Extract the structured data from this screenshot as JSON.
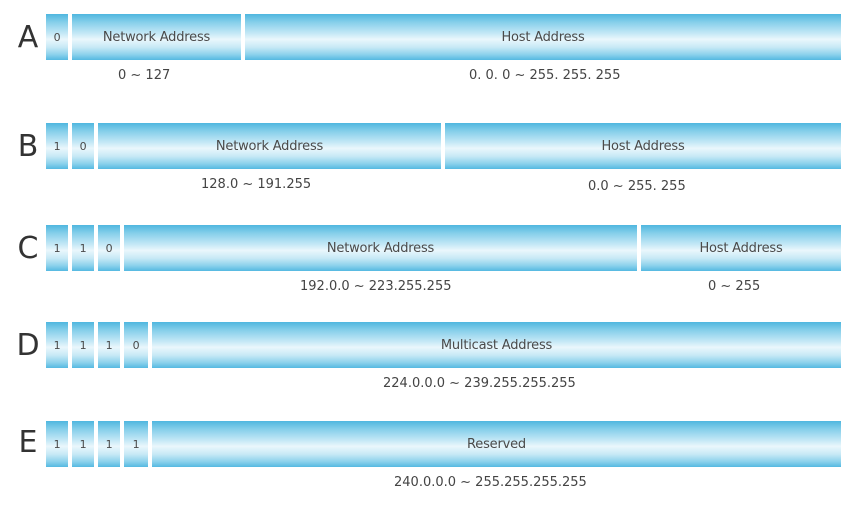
{
  "classes": [
    {
      "letter": "A",
      "bits": [
        "0"
      ],
      "network_label": "Network Address",
      "host_label": "Host Address",
      "network_range": "0 ~ 127",
      "host_range": "0. 0. 0 ~ 255. 255. 255"
    },
    {
      "letter": "B",
      "bits": [
        "1",
        "0"
      ],
      "network_label": "Network Address",
      "host_label": "Host Address",
      "network_range": "128.0 ~ 191.255",
      "host_range": "0.0 ~ 255. 255"
    },
    {
      "letter": "C",
      "bits": [
        "1",
        "1",
        "0"
      ],
      "network_label": "Network Address",
      "host_label": "Host Address",
      "network_range": "192.0.0 ~ 223.255.255",
      "host_range": "0 ~ 255"
    },
    {
      "letter": "D",
      "bits": [
        "1",
        "1",
        "1",
        "0"
      ],
      "address_label": "Multicast Address",
      "range": "224.0.0.0 ~ 239.255.255.255"
    },
    {
      "letter": "E",
      "bits": [
        "1",
        "1",
        "1",
        "1"
      ],
      "address_label": "Reserved",
      "range": "240.0.0.0 ~ 255.255.255.255"
    }
  ],
  "colors": {
    "bar_edge": "#4fb7df",
    "bar_center": "#eaf7fc",
    "text": "#444444"
  }
}
